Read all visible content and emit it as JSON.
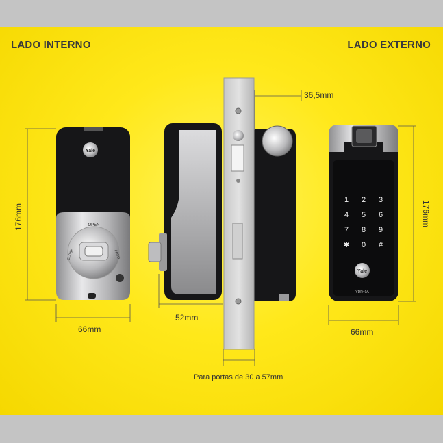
{
  "headings": {
    "internal": "LADO INTERNO",
    "external": "LADO EXTERNO"
  },
  "dimensions": {
    "faceplate_offset": "36,5mm",
    "height_internal": "176mm",
    "height_external": "176mm",
    "width_internal": "66mm",
    "depth": "52mm",
    "width_external": "66mm"
  },
  "caption": "Para portas de 30 a 57mm",
  "internal_unit": {
    "brand": "Yale",
    "knob_open": "OPEN",
    "knob_close": "CLOSE",
    "knob_auto": "AUTO"
  },
  "external_unit": {
    "brand": "Yale",
    "model": "YDR40A",
    "keypad": [
      "1",
      "2",
      "3",
      "4",
      "5",
      "6",
      "7",
      "8",
      "9",
      "✱",
      "0",
      "#"
    ]
  },
  "colors": {
    "background": "#ffe81a",
    "band": "#c4c4c4",
    "lock_body": "#1b1b1d",
    "chrome": "#c9c9cb",
    "keypad_digits": "#f2f2f2"
  }
}
